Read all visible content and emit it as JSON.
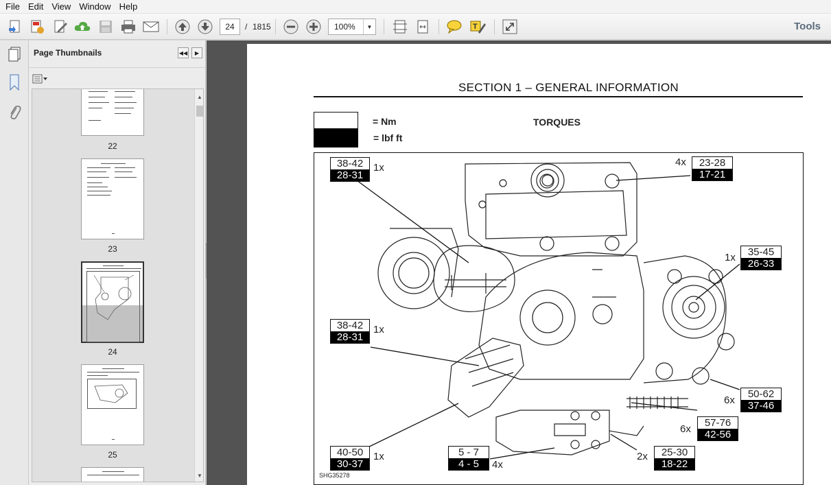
{
  "menu": [
    "File",
    "Edit",
    "View",
    "Window",
    "Help"
  ],
  "toolbar": {
    "page_current": "24",
    "page_separator": "/",
    "page_total": "1815",
    "zoom": "100%",
    "tools_label": "Tools",
    "icons": [
      "create-icon",
      "pdf-settings-icon",
      "edit-icon",
      "upload-icon",
      "save-icon",
      "print-icon",
      "email-icon",
      "prev-page-icon",
      "next-page-icon",
      "zoom-out-icon",
      "zoom-in-icon",
      "fit-page-icon",
      "fit-width-icon",
      "comment-icon",
      "highlight-icon",
      "fullscreen-icon"
    ]
  },
  "sidebar": {
    "title": "Page Thumbnails",
    "thumbnails": [
      {
        "label": "22"
      },
      {
        "label": "23"
      },
      {
        "label": "24",
        "selected": true
      },
      {
        "label": "25"
      }
    ]
  },
  "document": {
    "section_title": "SECTION 1 – GENERAL INFORMATION",
    "legend_nm": "= Nm",
    "legend_lbf": "= lbf ft",
    "heading": "TORQUES",
    "figure_code": "SHG35278",
    "callouts": [
      {
        "nm": "38-42",
        "lbf": "28-31",
        "qty": "1x"
      },
      {
        "nm": "23-28",
        "lbf": "17-21",
        "qty": "4x"
      },
      {
        "nm": "35-45",
        "lbf": "26-33",
        "qty": "1x"
      },
      {
        "nm": "38-42",
        "lbf": "28-31",
        "qty": "1x"
      },
      {
        "nm": "50-62",
        "lbf": "37-46",
        "qty": "6x"
      },
      {
        "nm": "57-76",
        "lbf": "42-56",
        "qty": "6x"
      },
      {
        "nm": "40-50",
        "lbf": "30-37",
        "qty": "1x"
      },
      {
        "nm": "5 - 7",
        "lbf": "4 - 5",
        "qty": "4x"
      },
      {
        "nm": "25-30",
        "lbf": "18-22",
        "qty": "2x"
      }
    ]
  }
}
